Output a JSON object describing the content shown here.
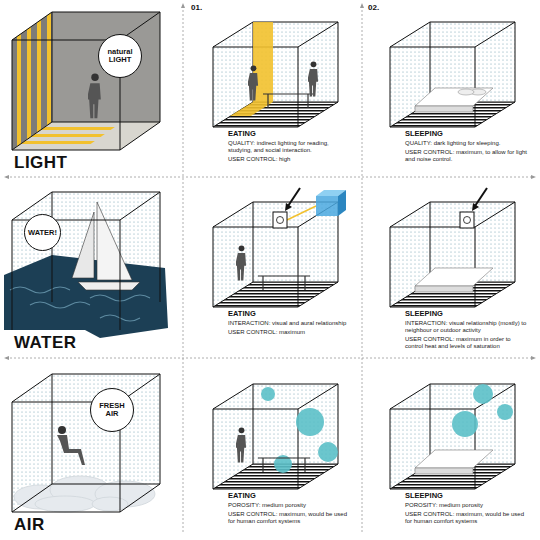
{
  "diagram": {
    "nodes": [
      {
        "text": [
          "natural LIGHT"
        ]
      },
      {
        "text": [
          "WATER!"
        ]
      },
      {
        "text": [
          "FRESH AIR"
        ]
      }
    ],
    "labels": [
      "01.",
      "02.",
      "LIGHT",
      "EATING",
      "QUALITY: indirect lighting for reading, studying, and social interaction.",
      "USER CONTROL: high",
      "SLEEPING",
      "QUALITY: dark lighting for sleeping.",
      "USER CONTROL: maximum, to allow for light and noise control.",
      "WATER",
      "EATING",
      "INTERACTION: visual and aural relationship",
      "USER CONTROL: maximum",
      "SLEEPING",
      "INTERACTION: visual relationship (mostly) to neighbour or outdoor activity",
      "USER CONTROL: maximum in order to control heat and levels of saturation",
      "AIR",
      "EATING",
      "POROSITY: medium porosity",
      "USER CONTROL: maximum, would be used for human comfort systems",
      "SLEEPING",
      "POROSITY: medium porosity",
      "USER CONTROL: maximum, would be used for human comfort systems"
    ]
  }
}
